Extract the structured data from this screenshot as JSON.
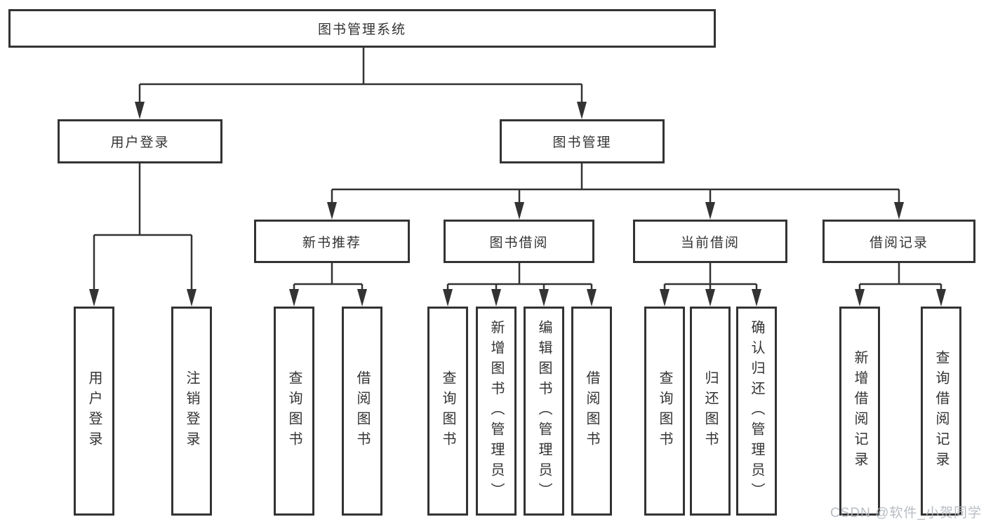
{
  "tree": {
    "root": {
      "label": "图书管理系统",
      "children": [
        {
          "label": "用户登录",
          "children": [
            {
              "label": "用户登录"
            },
            {
              "label": "注销登录"
            }
          ]
        },
        {
          "label": "图书管理",
          "children": [
            {
              "label": "新书推荐",
              "children": [
                {
                  "label": "查询图书"
                },
                {
                  "label": "借阅图书"
                }
              ]
            },
            {
              "label": "图书借阅",
              "children": [
                {
                  "label": "查询图书"
                },
                {
                  "label": "新增图书（管理员）"
                },
                {
                  "label": "编辑图书（管理员）"
                },
                {
                  "label": "借阅图书"
                }
              ]
            },
            {
              "label": "当前借阅",
              "children": [
                {
                  "label": "查询图书"
                },
                {
                  "label": "归还图书"
                },
                {
                  "label": "确认归还（管理员）"
                }
              ]
            },
            {
              "label": "借阅记录",
              "children": [
                {
                  "label": "新增借阅记录"
                },
                {
                  "label": "查询借阅记录"
                }
              ]
            }
          ]
        }
      ]
    }
  },
  "watermark": {
    "text": "CSDN @软件_小贺同学"
  },
  "colors": {
    "line": "#333333",
    "box_border": "#333333",
    "box_background": "#ffffff",
    "label_text": "#333333",
    "watermark_text": "#b2b7be",
    "page_background": "#ffffff"
  }
}
